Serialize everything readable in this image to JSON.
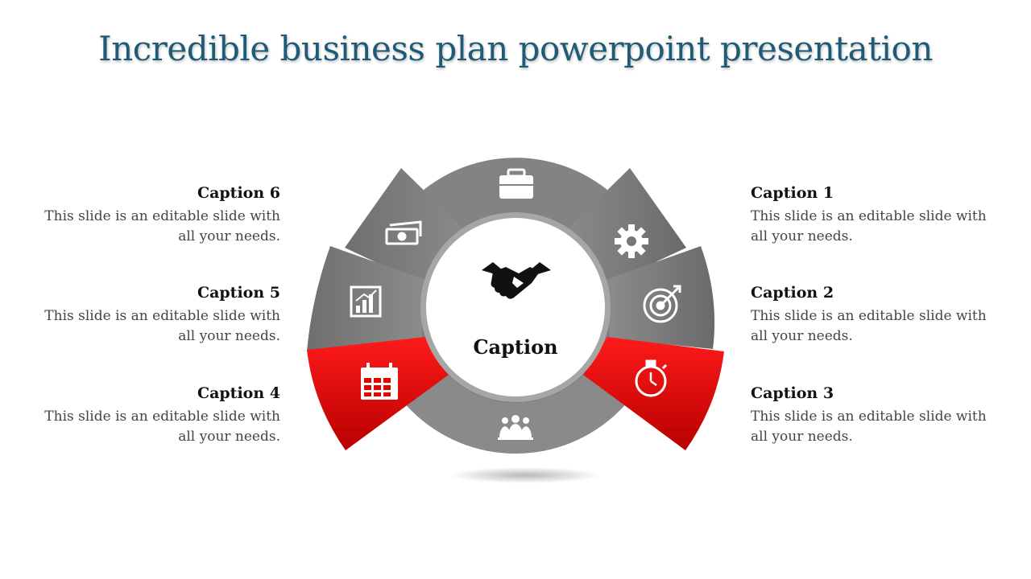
{
  "title": "Incredible business plan powerpoint presentation",
  "center_label": "Caption",
  "captions": [
    {
      "heading": "Caption 1",
      "body": "This slide is an editable slide with all your needs."
    },
    {
      "heading": "Caption 2",
      "body": "This slide is an editable slide with all your needs."
    },
    {
      "heading": "Caption 3",
      "body": "This slide is an editable slide with all your needs."
    },
    {
      "heading": "Caption 4",
      "body": "This slide is an editable slide with all your needs."
    },
    {
      "heading": "Caption 5",
      "body": "This slide is an editable slide with all your needs."
    },
    {
      "heading": "Caption 6",
      "body": "This slide is an editable slide with all your needs."
    }
  ],
  "icons": {
    "top": "briefcase-icon",
    "bottom": "team-icon",
    "center": "handshake-icon",
    "left": [
      "money-icon",
      "bar-chart-icon",
      "calendar-icon"
    ],
    "right": [
      "gear-icon",
      "target-icon",
      "stopwatch-icon"
    ]
  },
  "colors": {
    "title": "#1f5b77",
    "accent": "#e10000",
    "segment_gray": "#777777",
    "ring_gray": "#8a8a8a"
  }
}
